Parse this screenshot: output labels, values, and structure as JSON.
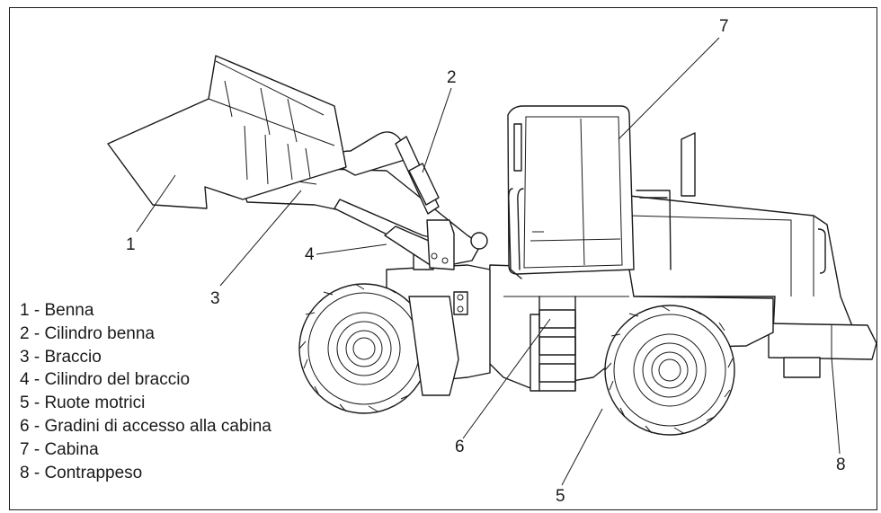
{
  "callouts": [
    {
      "id": "1",
      "label": "1"
    },
    {
      "id": "2",
      "label": "2"
    },
    {
      "id": "3",
      "label": "3"
    },
    {
      "id": "4",
      "label": "4"
    },
    {
      "id": "5",
      "label": "5"
    },
    {
      "id": "6",
      "label": "6"
    },
    {
      "id": "7",
      "label": "7"
    },
    {
      "id": "8",
      "label": "8"
    }
  ],
  "legend": [
    "1 - Benna",
    "2 - Cilindro benna",
    "3 - Braccio",
    "4 - Cilindro del braccio",
    "5 - Ruote motrici",
    "6 - Gradini di accesso alla cabina",
    "7 - Cabina",
    "8 - Contrappeso"
  ],
  "colors": {
    "line": "#1a1a1a",
    "background": "#ffffff"
  }
}
